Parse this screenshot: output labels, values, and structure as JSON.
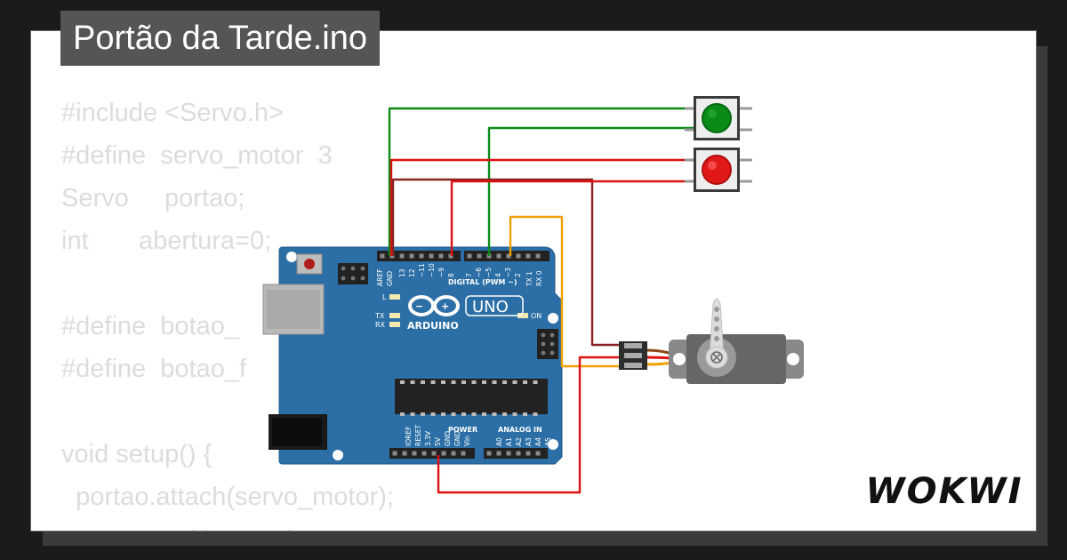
{
  "title": "Portão da Tarde.ino",
  "code_lines": [
    "#include <Servo.h>",
    "#define  servo_motor  3",
    "Servo     portao;",
    "int       abertura=0;",
    "",
    "#define  botao_",
    "#define  botao_f",
    "",
    "void setup() {",
    "  portao.attach(servo_motor);",
    "               ~ ' '           '"
  ],
  "board": {
    "name": "ARDUINO",
    "model": "UNO",
    "digital_label": "DIGITAL (PWM ~)",
    "power_label": "POWER",
    "analog_label": "ANALOG IN",
    "top_pins": [
      "AREF",
      "GND",
      "13",
      "12",
      "~11",
      "~10",
      "~9",
      "8",
      "7",
      "~6",
      "~5",
      "4",
      "~3",
      "2",
      "TX 1",
      "RX 0"
    ],
    "bottom_power_pins": [
      "IOREF",
      "RESET",
      "3.3V",
      "5V",
      "GND",
      "GND",
      "Vin"
    ],
    "bottom_analog_pins": [
      "A0",
      "A1",
      "A2",
      "A3",
      "A4",
      "A5"
    ],
    "led_l": "L",
    "led_tx": "TX",
    "led_rx": "RX",
    "led_on": "ON"
  },
  "buttons": [
    {
      "name": "green-pushbutton",
      "color": "#0a8a16"
    },
    {
      "name": "red-pushbutton",
      "color": "#e01818"
    }
  ],
  "wire_colors": {
    "green": "#0a8a16",
    "red": "#dd1111",
    "dark_red": "#8b2222",
    "orange": "#f0a000"
  },
  "brand": "WOKWI"
}
